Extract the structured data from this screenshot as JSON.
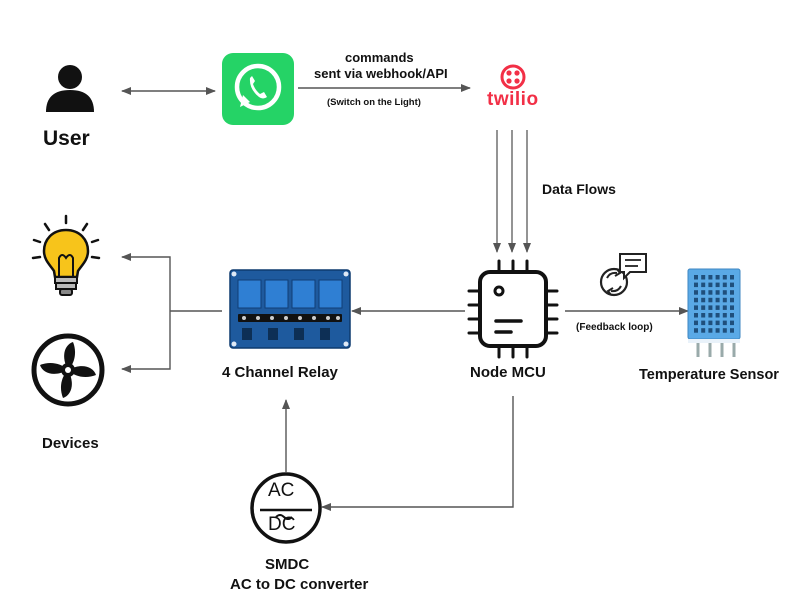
{
  "nodes": {
    "user": {
      "label": "User"
    },
    "messaging_app": {
      "icon": "whatsapp-icon",
      "color": "#25D366"
    },
    "twilio": {
      "label": "twilio",
      "color": "#F22F46"
    },
    "node_mcu": {
      "label": "Node MCU"
    },
    "relay": {
      "label": "4 Channel Relay",
      "color": "#1E5A9E"
    },
    "sensor": {
      "label": "Temperature Sensor",
      "color": "#5AA9E6"
    },
    "devices": {
      "label": "Devices",
      "items": [
        "light-bulb-icon",
        "fan-icon"
      ]
    },
    "converter": {
      "label_line1": "SMDC",
      "label_line2": "AC to DC converter",
      "symbol_top": "AC",
      "symbol_bottom": "DC"
    }
  },
  "edges": {
    "commands_line1": "commands",
    "commands_line2": "sent via webhook/API",
    "commands_example": "(Switch on the Light)",
    "data_flows": "Data Flows",
    "feedback_loop": "(Feedback loop)"
  }
}
